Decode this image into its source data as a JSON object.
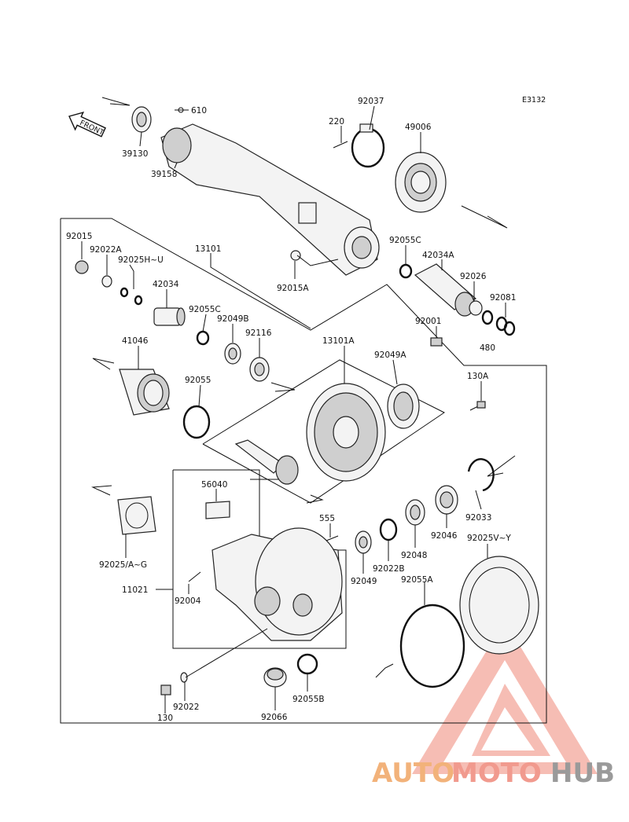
{
  "diagram_code": "E3132",
  "front_label": "FRONT",
  "parts": {
    "p610": "610",
    "p39130": "39130",
    "p39158": "39158",
    "p220": "220",
    "p92037": "92037",
    "p49006": "49006",
    "p92015": "92015",
    "p92022A": "92022A",
    "p92025HU": "92025H~U",
    "p13101": "13101",
    "p42034": "42034",
    "p92055C_a": "92055C",
    "p92049B": "92049B",
    "p92116": "92116",
    "p92015A": "92015A",
    "p92055C_b": "92055C",
    "p42034A": "42034A",
    "p92026": "92026",
    "p92081": "92081",
    "p480": "480",
    "p92001": "92001",
    "p41046": "41046",
    "p13101A": "13101A",
    "p92049A": "92049A",
    "p92055": "92055",
    "p130A": "130A",
    "p56040": "56040",
    "p555": "555",
    "p92033": "92033",
    "p92046": "92046",
    "p92048": "92048",
    "p92022B": "92022B",
    "p92049": "92049",
    "p92025VY": "92025V~Y",
    "p92025AG": "92025/A~G",
    "p11021": "11021",
    "p92004": "92004",
    "p92055A": "92055A",
    "p92022": "92022",
    "p130": "130",
    "p92066": "92066",
    "p92055B": "92055B"
  },
  "watermark": {
    "part1": "AUTO",
    "part2": "MOTO",
    "part3": "HUB",
    "color_auto": "#f2b27a",
    "color_moto": "#f19a8e",
    "color_hub": "#9a9a9a"
  }
}
